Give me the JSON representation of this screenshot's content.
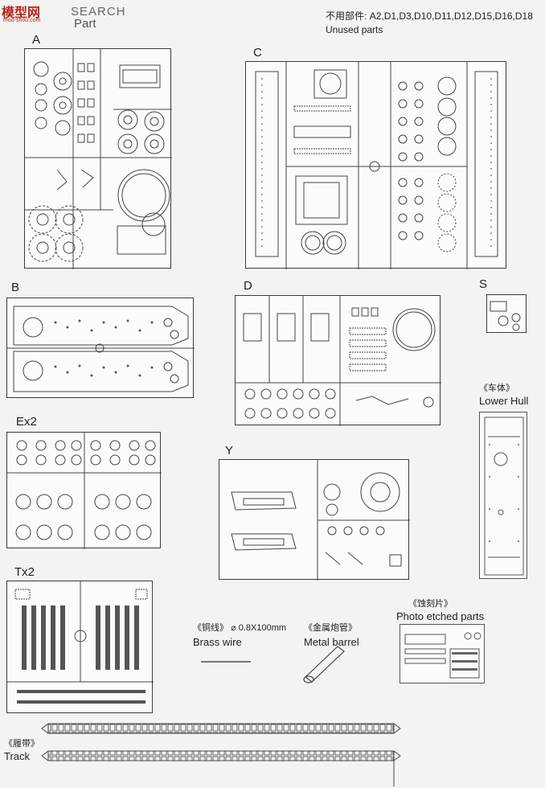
{
  "header": {
    "logo_cn": "模型网",
    "logo_url": "moo-shou.com",
    "title_fragment": "SEARCH",
    "subtitle_fragment": "Part",
    "unused_cn": "不用部件:",
    "unused_list": "A2,D1,D3,D10,D11,D12,D15,D16,D18",
    "unused_en": "Unused parts"
  },
  "sprues": {
    "a": "A",
    "b": "B",
    "c": "C",
    "d": "D",
    "s": "S",
    "ex2": "Ex2",
    "y": "Y",
    "tx2": "Tx2"
  },
  "parts": {
    "lower_hull_cn": "《车体》",
    "lower_hull_en": "Lower Hull",
    "brass_cn": "《铜线》",
    "brass_spec": "⌀ 0.8X100mm",
    "brass_en": "Brass wire",
    "metal_cn": "《金属炮管》",
    "metal_en": "Metal barrel",
    "pe_cn": "《蚀刻片》",
    "pe_en": "Photo etched parts",
    "track_cn": "《履带》",
    "track_en": "Track"
  }
}
